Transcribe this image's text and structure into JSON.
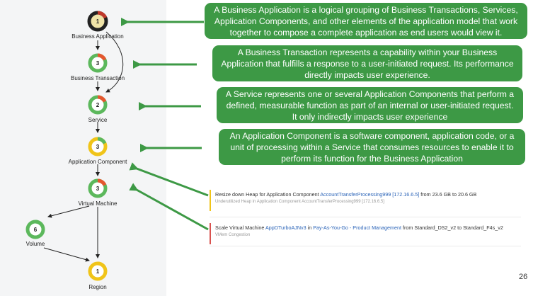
{
  "diagram": {
    "nodes": [
      {
        "id": "business-application",
        "label": "Business Application",
        "count": "1",
        "ring_color": "#222222",
        "accent": "#c0392b",
        "fill": "#f0e4a8"
      },
      {
        "id": "business-transaction",
        "label": "Business Transaction",
        "count": "3",
        "ring_color": "#5cb85c",
        "accent": "#e4572e",
        "fill": "#ffffff"
      },
      {
        "id": "service",
        "label": "Service",
        "count": "2",
        "ring_color": "#5cb85c",
        "accent": "#e4572e",
        "fill": "#ffffff"
      },
      {
        "id": "application-component",
        "label": "Application Component",
        "count": "3",
        "ring_color": "#f0c419",
        "accent": "#5cb85c",
        "fill": "#ffffff"
      },
      {
        "id": "virtual-machine",
        "label": "Virtual Machine",
        "count": "3",
        "ring_color": "#5cb85c",
        "accent": "#e4572e",
        "fill": "#ffffff"
      },
      {
        "id": "volume",
        "label": "Volume",
        "count": "6",
        "ring_color": "#5cb85c",
        "accent": "#5cb85c",
        "fill": "#ffffff"
      },
      {
        "id": "region",
        "label": "Region",
        "count": "1",
        "ring_color": "#f0c419",
        "accent": "#f0c419",
        "fill": "#ffffff"
      }
    ]
  },
  "callouts": [
    {
      "id": "business-application",
      "text": "A Business Application is a logical grouping of Business Transactions, Services, Application Components, and other elements of the application model that work together to compose a complete application as end users would view it."
    },
    {
      "id": "business-transaction",
      "text": "A Business Transaction represents a capability within your Business Application that fulfills a response to a user-initiated request. Its performance directly impacts user experience."
    },
    {
      "id": "service",
      "text": "A Service represents one or several Application Components that perform a defined, measurable function as part of an internal or user-initiated request. It only indirectly impacts user experience"
    },
    {
      "id": "application-component",
      "text": "An Application Component is a software component, application code, or a unit of processing within a Service that consumes resources to enable it to perform its function for the Business Application"
    }
  ],
  "actions": [
    {
      "prefix": "Resize down Heap for Application Component ",
      "link": "AccountTransferProcessing999 [172.16.6.5]",
      "suffix": " from 23.6 GB to 20.6 GB",
      "sub": "Underutilized Heap in Application Component AccountTransferProcessing999 [172.16.6.5]",
      "color": "#f0c419"
    },
    {
      "prefix": "Scale Virtual Machine ",
      "link": "AppDTurboAJNv3",
      "middle": " in ",
      "link2": "Pay-As-You-Go - Product Management",
      "suffix": " from Standard_DS2_v2 to Standard_F4s_v2",
      "sub": "VMem Congestion",
      "color": "#d9534f"
    }
  ],
  "page_number": "26",
  "colors": {
    "callout_green": "#3d9945",
    "arrow_green": "#3d9945"
  }
}
